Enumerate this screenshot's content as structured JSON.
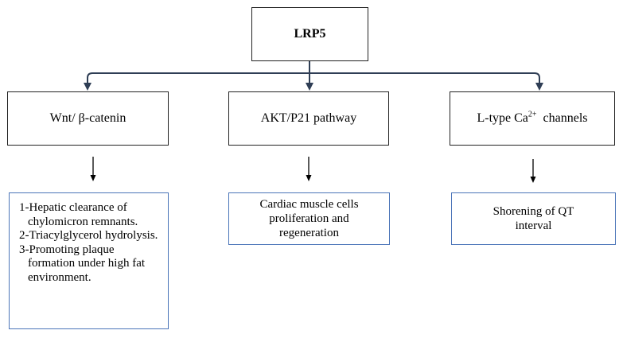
{
  "root": {
    "label": "LRP5"
  },
  "categories": [
    {
      "id": "wnt",
      "label": "Wnt/ β-catenin"
    },
    {
      "id": "akt",
      "label": "AKT/P21 pathway"
    },
    {
      "id": "ca",
      "label_main": "L-type Ca",
      "label_sup": "2+",
      "label_tail": "  channels"
    }
  ],
  "effects": {
    "wnt": [
      "1-Hepatic clearance of chylomicron remnants.",
      "2-Triacylglycerol hydrolysis.",
      "3-Promoting plaque formation under high fat environment."
    ],
    "akt": "Cardiac muscle cells proliferation and regeneration",
    "ca": "Shorening of QT interval"
  },
  "colors": {
    "connector": "#2f3e55",
    "effect_border": "#4a74b8",
    "box_border": "#222222"
  }
}
